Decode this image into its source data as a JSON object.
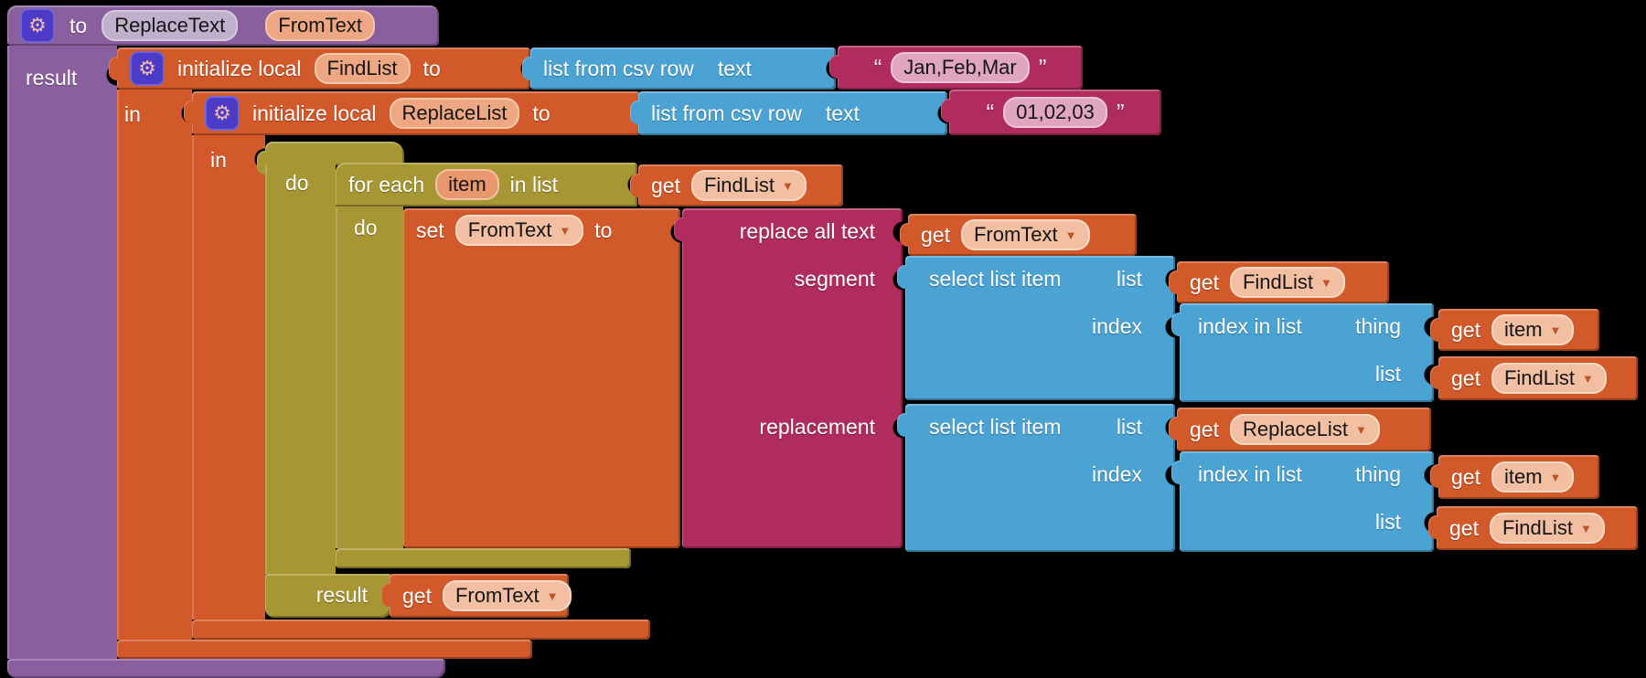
{
  "app": "App Inventor blocks workspace",
  "colors": {
    "background": "#000000",
    "procedure_purple": "#8a5f9e",
    "variables_orange": "#d2592a",
    "control_olive": "#a79634",
    "lists_blue": "#4ba3d4",
    "text_magenta": "#b02c5c",
    "field_salmon": "#eda782",
    "field_light": "#f2bfa2",
    "field_pink": "#e0a6c0",
    "field_purple": "#c0b0cc",
    "gear_indigo": "#4b3bc6"
  },
  "icons": {
    "gear": "⚙",
    "dropdown": "▼"
  },
  "procedure": {
    "to_label": "to",
    "name": "ReplaceText",
    "param": "FromText",
    "result_label": "result"
  },
  "init_findlist": {
    "label": "initialize local",
    "name": "FindList",
    "to_label": "to",
    "in_label": "in"
  },
  "init_replacelist": {
    "label": "initialize local",
    "name": "ReplaceList",
    "to_label": "to",
    "in_label": "in"
  },
  "csv_row_1": {
    "label": "list from csv row",
    "text_label": "text"
  },
  "csv_row_2": {
    "label": "list from csv row",
    "text_label": "text"
  },
  "string_1": {
    "open": "“",
    "value": "Jan,Feb,Mar",
    "close": "”"
  },
  "string_2": {
    "open": "“",
    "value": "01,02,03",
    "close": "”"
  },
  "do_result": {
    "do_label": "do",
    "result_label": "result"
  },
  "for_each": {
    "label_start": "for each",
    "item": "item",
    "label_end": "in list",
    "do_label": "do"
  },
  "set_block": {
    "set_label": "set",
    "variable": "FromText",
    "to_label": "to"
  },
  "replace_all": {
    "label": "replace all text",
    "segment_label": "segment",
    "replacement_label": "replacement"
  },
  "select_1": {
    "label": "select list item",
    "list_label": "list",
    "index_label": "index"
  },
  "select_2": {
    "label": "select list item",
    "list_label": "list",
    "index_label": "index"
  },
  "index_in_list_1": {
    "label": "index in list",
    "thing_label": "thing",
    "list_label": "list"
  },
  "index_in_list_2": {
    "label": "index in list",
    "thing_label": "thing",
    "list_label": "list"
  },
  "getters": {
    "fromtext_top": {
      "get": "get",
      "var": "FromText"
    },
    "findlist_foreach": {
      "get": "get",
      "var": "FindList"
    },
    "findlist_sel1": {
      "get": "get",
      "var": "FindList"
    },
    "item_1": {
      "get": "get",
      "var": "item"
    },
    "findlist_iil1": {
      "get": "get",
      "var": "FindList"
    },
    "replacelist": {
      "get": "get",
      "var": "ReplaceList"
    },
    "item_2": {
      "get": "get",
      "var": "item"
    },
    "findlist_iil2": {
      "get": "get",
      "var": "FindList"
    },
    "fromtext_result": {
      "get": "get",
      "var": "FromText"
    }
  }
}
